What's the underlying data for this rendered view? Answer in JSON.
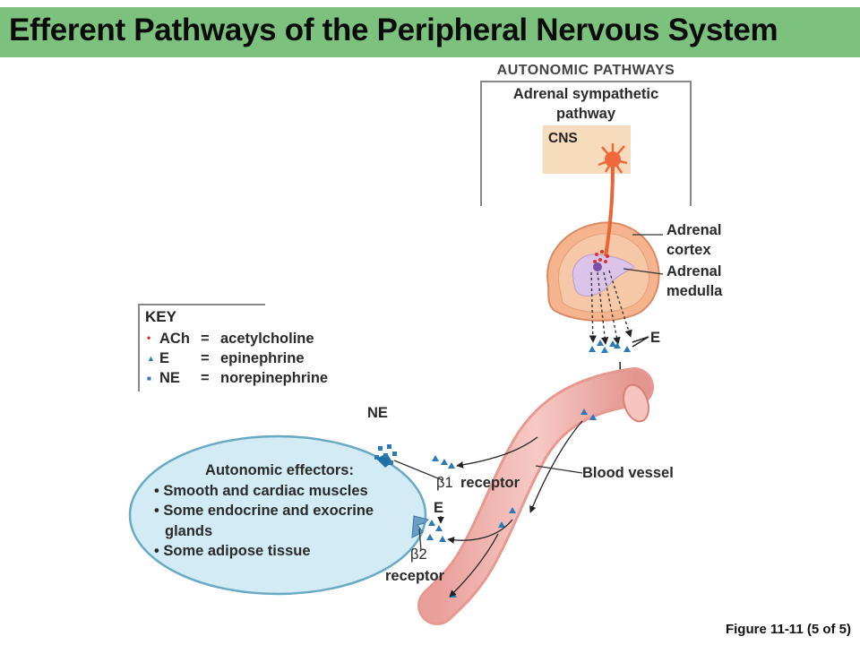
{
  "title": "Efferent Pathways of the Peripheral Nervous System",
  "panel": {
    "heading": "AUTONOMIC PATHWAYS",
    "subheading_line1": "Adrenal sympathetic",
    "subheading_line2": "pathway",
    "cns_label": "CNS"
  },
  "labels": {
    "adrenal_cortex_1": "Adrenal",
    "adrenal_cortex_2": "cortex",
    "adrenal_medulla_1": "Adrenal",
    "adrenal_medulla_2": "medulla",
    "e_top": "E",
    "ne": "NE",
    "blood_vessel": "Blood vessel",
    "beta1": "β1",
    "receptor1": "receptor",
    "e_mid": "E",
    "beta2": "β2",
    "receptor2": "receptor"
  },
  "key": {
    "title": "KEY",
    "rows": [
      {
        "symbol": "•",
        "abbr": "ACh",
        "eq": "=",
        "meaning": "acetylcholine",
        "color": "#d8342c"
      },
      {
        "symbol": "▲",
        "abbr": "E",
        "eq": "=",
        "meaning": "epinephrine",
        "color": "#2a7ab8"
      },
      {
        "symbol": "■",
        "abbr": "NE",
        "eq": "=",
        "meaning": "norepinephrine",
        "color": "#2a7ab8"
      }
    ]
  },
  "effectors": {
    "title": "Autonomic effectors:",
    "items": [
      "• Smooth and cardiac muscles",
      "• Some endocrine and exocrine",
      "  glands",
      "• Some adipose tissue"
    ]
  },
  "caption": "Figure 11-11 (5 of 5)",
  "colors": {
    "title_bar": "#7cc27e",
    "cns_box": "#f6dcbc",
    "neuron": "#e8643a",
    "vessel": "#f2b6b2",
    "effector_fill": "#d2ebf4",
    "medulla": "#d9c0e6",
    "molecule": "#2a7ab8"
  }
}
